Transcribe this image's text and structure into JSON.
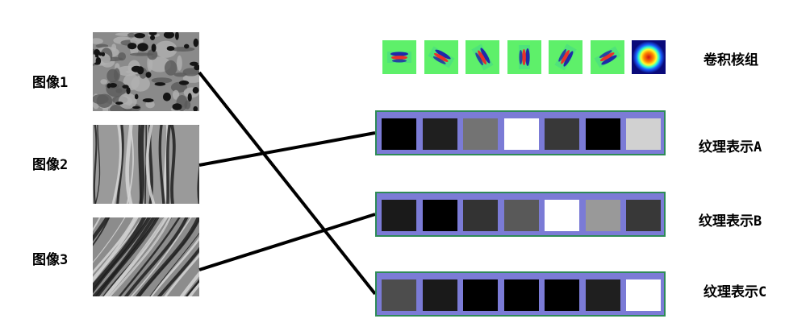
{
  "images": [
    {
      "label": "图像1",
      "texture": "porous",
      "connects_to": 2
    },
    {
      "label": "图像2",
      "texture": "bark",
      "connects_to": 0
    },
    {
      "label": "图像3",
      "texture": "bark-diagonal",
      "connects_to": 1
    }
  ],
  "kernel_bank": {
    "label": "卷积核组",
    "kernels": [
      {
        "type": "gabor",
        "angle": 0
      },
      {
        "type": "gabor",
        "angle": 30
      },
      {
        "type": "gabor",
        "angle": 60
      },
      {
        "type": "gabor",
        "angle": 90
      },
      {
        "type": "gabor",
        "angle": 120
      },
      {
        "type": "gabor",
        "angle": 150
      },
      {
        "type": "blob",
        "angle": 0
      }
    ],
    "colors": {
      "background": "#5ef06a",
      "positive": "#1e2aa8",
      "negative": "#e8302a"
    }
  },
  "representations": [
    {
      "label": "纹理表示A",
      "cells": [
        0.0,
        0.12,
        0.45,
        1.0,
        0.22,
        0.0,
        0.82
      ]
    },
    {
      "label": "纹理表示B",
      "cells": [
        0.1,
        0.0,
        0.2,
        0.35,
        1.0,
        0.6,
        0.22
      ]
    },
    {
      "label": "纹理表示C",
      "cells": [
        0.3,
        0.1,
        0.0,
        0.0,
        0.0,
        0.12,
        1.0
      ]
    }
  ],
  "colors": {
    "bar_fill": "#7b7bd6",
    "bar_border": "#2e8b57",
    "wire": "#000000"
  }
}
